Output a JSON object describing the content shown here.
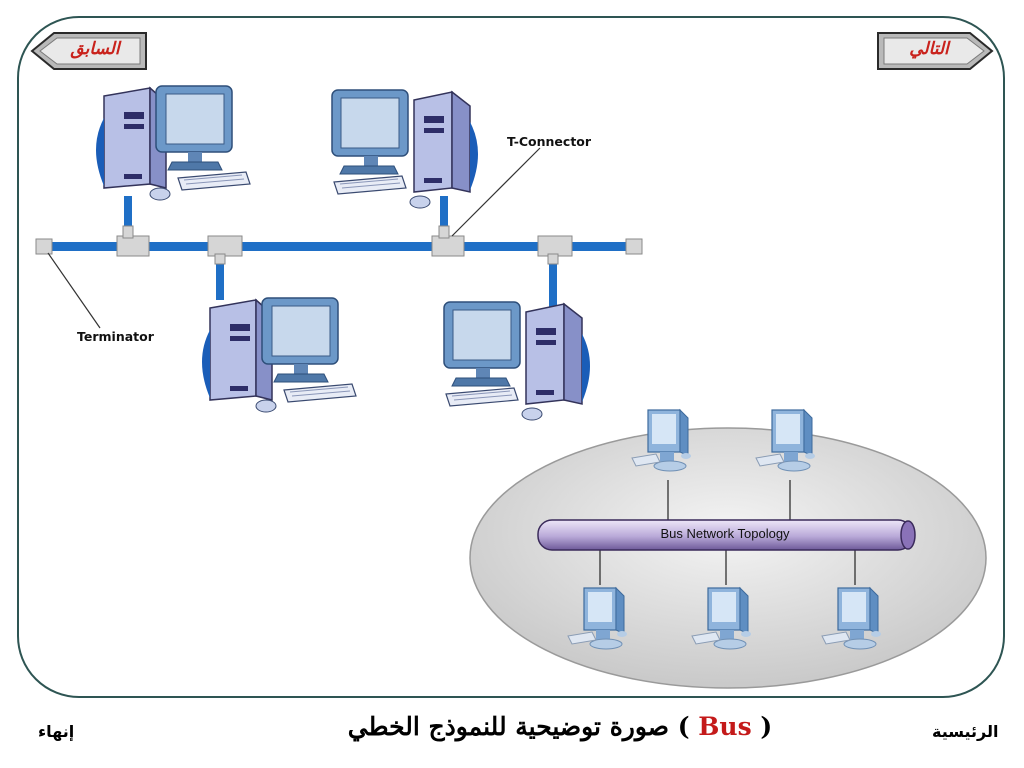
{
  "nav": {
    "prev_label": "السابق",
    "next_label": "التالي"
  },
  "diagram": {
    "t_connector_label": "T-Connector",
    "terminator_label": "Terminator",
    "bus_label": "Bus Network Topology"
  },
  "footer": {
    "home_label": "الرئيسية",
    "exit_label": "إنهاء",
    "caption_text": "صورة توضيحية للنموذج الخطي (",
    "caption_bus": "Bus",
    "caption_close": ")"
  },
  "colors": {
    "frame": "#2e5553",
    "cable": "#1f6fc6",
    "connector": "#d6d6d6",
    "arrow_fill": "#cfcfcf",
    "nav_text": "#c9221c",
    "bus_pipe": "#c9bce0"
  }
}
